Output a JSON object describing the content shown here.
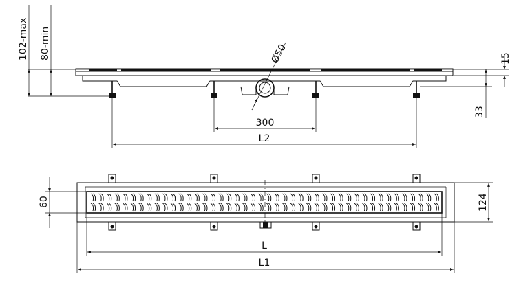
{
  "labels": {
    "height_max": "102-max",
    "height_min": "80-min",
    "pipe_diameter": "Ø50",
    "top_thickness": "15",
    "drain_depth": "33",
    "foot_spacing": "300",
    "length_l2": "L2",
    "grate_width": "60",
    "body_width": "124",
    "length_l": "L",
    "length_l1": "L1"
  }
}
